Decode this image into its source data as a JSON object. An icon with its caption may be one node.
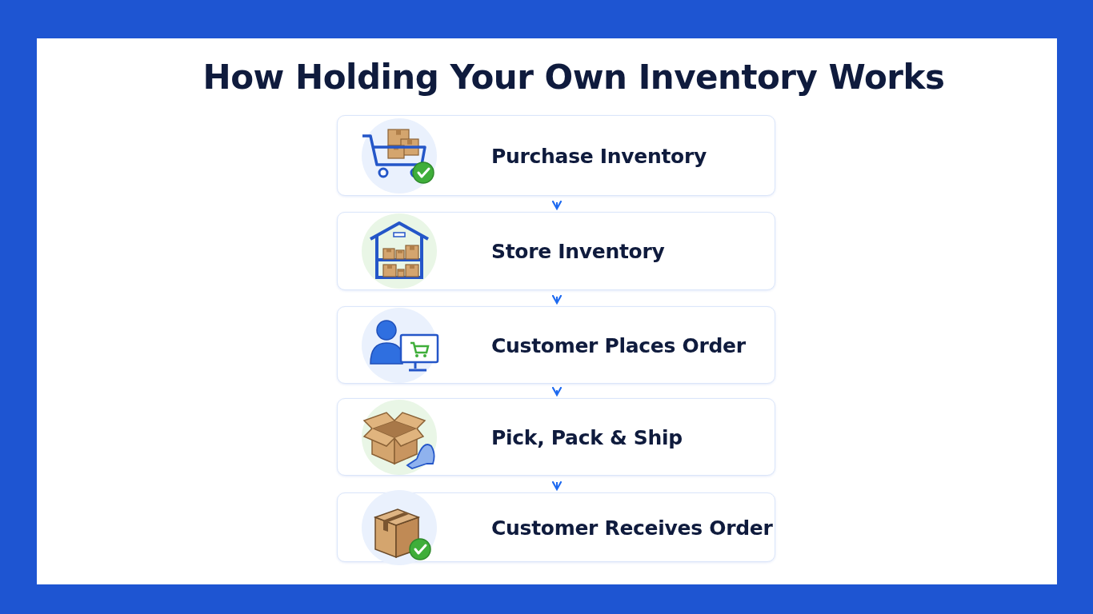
{
  "diagram": {
    "title": "How Holding Your Own Inventory Works",
    "nodes": [
      {
        "text": [
          "Purchase Inventory"
        ]
      },
      {
        "text": [
          "Store Inventory"
        ]
      },
      {
        "text": [
          "Customer Places Order"
        ]
      },
      {
        "text": [
          "Pick, Pack & Ship"
        ]
      },
      {
        "text": [
          "Customer Receives Order"
        ]
      }
    ],
    "edges": [
      {
        "from": 0,
        "to": 1,
        "arrow": "to"
      },
      {
        "from": 1,
        "to": 2,
        "arrow": "to"
      },
      {
        "from": 2,
        "to": 3,
        "arrow": "to"
      },
      {
        "from": 3,
        "to": 4,
        "arrow": "to"
      }
    ]
  }
}
